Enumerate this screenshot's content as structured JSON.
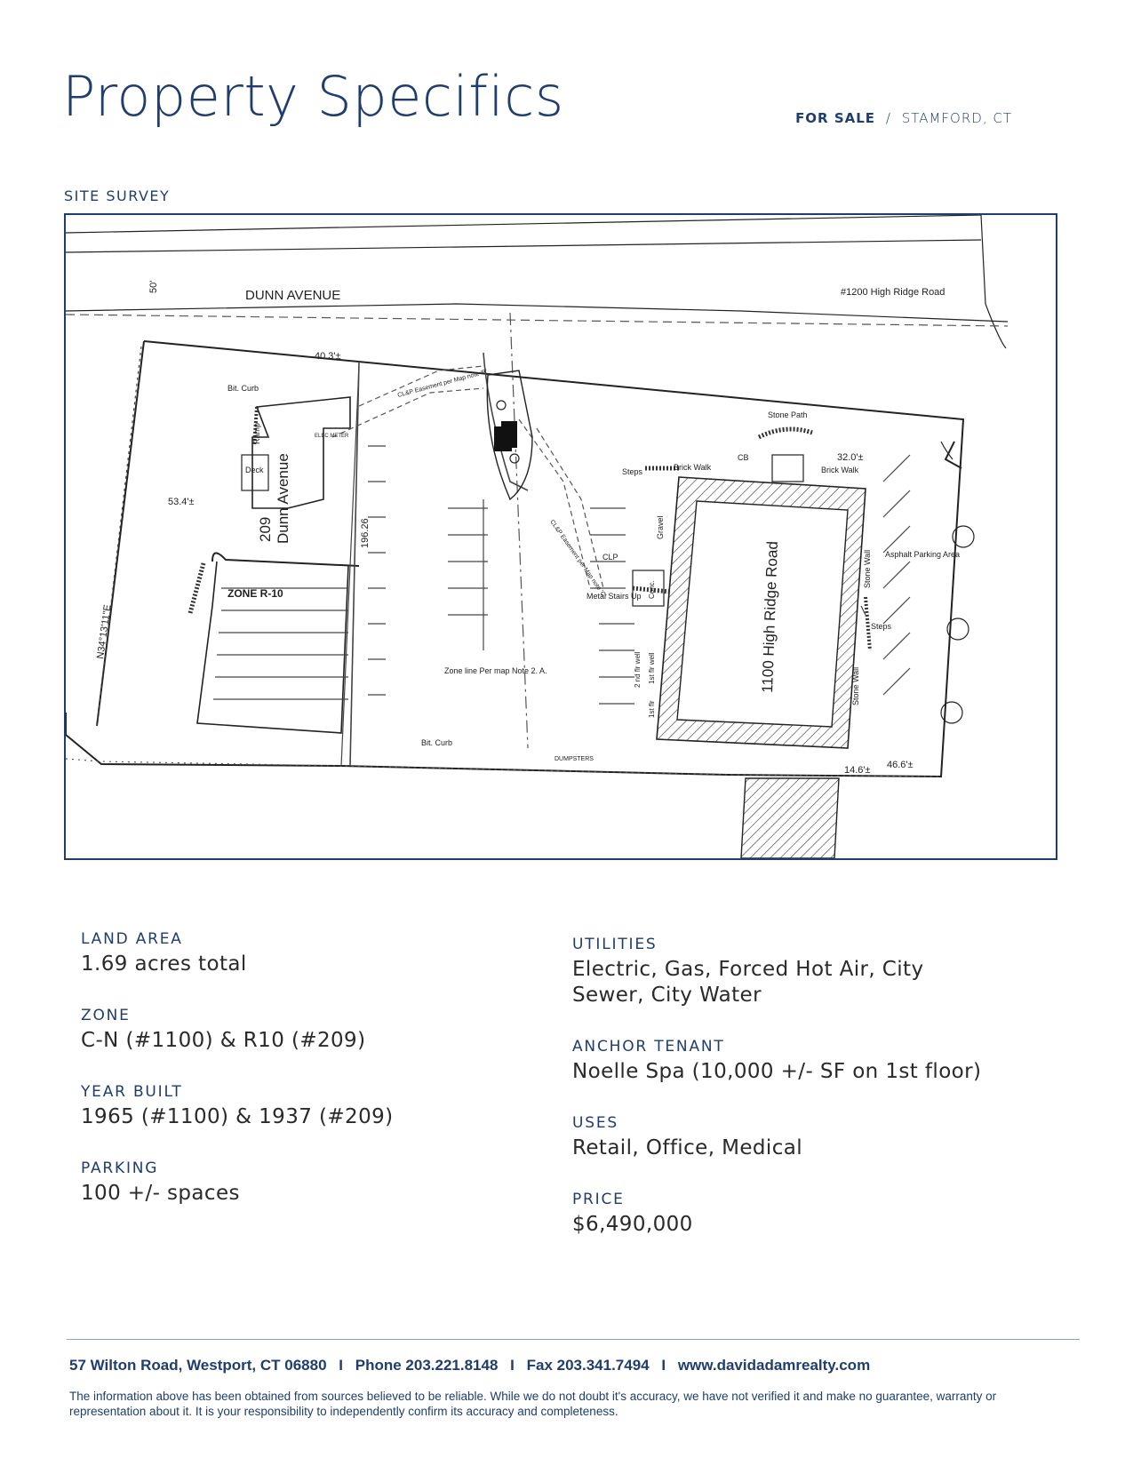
{
  "header": {
    "title": "Property Specifics",
    "status": "FOR SALE",
    "separator": "/",
    "location": "STAMFORD, CT"
  },
  "section": {
    "label": "SITE SURVEY"
  },
  "survey": {
    "street_top": "DUNN AVENUE",
    "address_top_right": "#1200 High Ridge Road",
    "main_building": "1100 High Ridge Road",
    "house_number": "209",
    "house_street": "Dunn Avenue",
    "zone": "ZONE R-10",
    "row_width": "50'",
    "dim_40": "40.3'±",
    "dim_53": "53.4'±",
    "dim_32": "32.0'±",
    "dim_46": "46.6'±",
    "dim_14": "14.6'±",
    "dim_196": "196.26",
    "bearing": "N34°13'11\"E",
    "bit_curb": "Bit. Curb",
    "bit_curb_2": "Bit. Curb",
    "ramp": "Ramp",
    "deck": "Deck",
    "stone_path": "Stone Path",
    "brick_walk": "Brick Walk",
    "brick_walk_2": "Brick Walk",
    "steps": "Steps",
    "steps_2": "Steps",
    "gravel": "Gravel",
    "stone_wall": "Stone Wall",
    "stone_wall_2": "Stone Wall",
    "asphalt": "Asphalt Parking Area",
    "metal_stairs": "Metal Stairs Up",
    "dumpsters": "DUMPSTERS",
    "zone_line": "Zone line Per map Note 2. A.",
    "easement_1": "CL&P Easement per Map note 'B'",
    "easement_2": "CL&P Easement per Map note 'C'",
    "clp": "CLP",
    "cb": "CB",
    "conc": "Conc.",
    "well_1": "2 nd flr well",
    "well_2": "1st flr well",
    "first_flr": "1st flr",
    "elec_meter": "ELEC METER"
  },
  "specs_left": [
    {
      "label": "LAND AREA",
      "value": "1.69 acres total"
    },
    {
      "label": "ZONE",
      "value": "C-N (#1100) & R10 (#209)"
    },
    {
      "label": "YEAR BUILT",
      "value": "1965 (#1100) & 1937 (#209)"
    },
    {
      "label": "PARKING",
      "value": "100 +/- spaces"
    }
  ],
  "specs_right": [
    {
      "label": "UTILITIES",
      "value": "Electric, Gas, Forced Hot Air, City Sewer, City Water"
    },
    {
      "label": "ANCHOR TENANT",
      "value": "Noelle Spa (10,000 +/- SF on 1st floor)"
    },
    {
      "label": "USES",
      "value": "Retail, Office, Medical"
    },
    {
      "label": "PRICE",
      "value": "$6,490,000"
    }
  ],
  "footer": {
    "address": "57 Wilton Road, Westport, CT 06880",
    "phone": "Phone 203.221.8148",
    "fax": "Fax 203.341.7494",
    "website": "www.davidadamrealty.com",
    "divider": "I",
    "disclaimer": "The information above has been obtained from sources believed to be reliable. While we do not doubt it's accuracy, we have not verified it and make no guarantee, warranty or representation about it. It is your responsibility to independently confirm its accuracy and completeness."
  }
}
